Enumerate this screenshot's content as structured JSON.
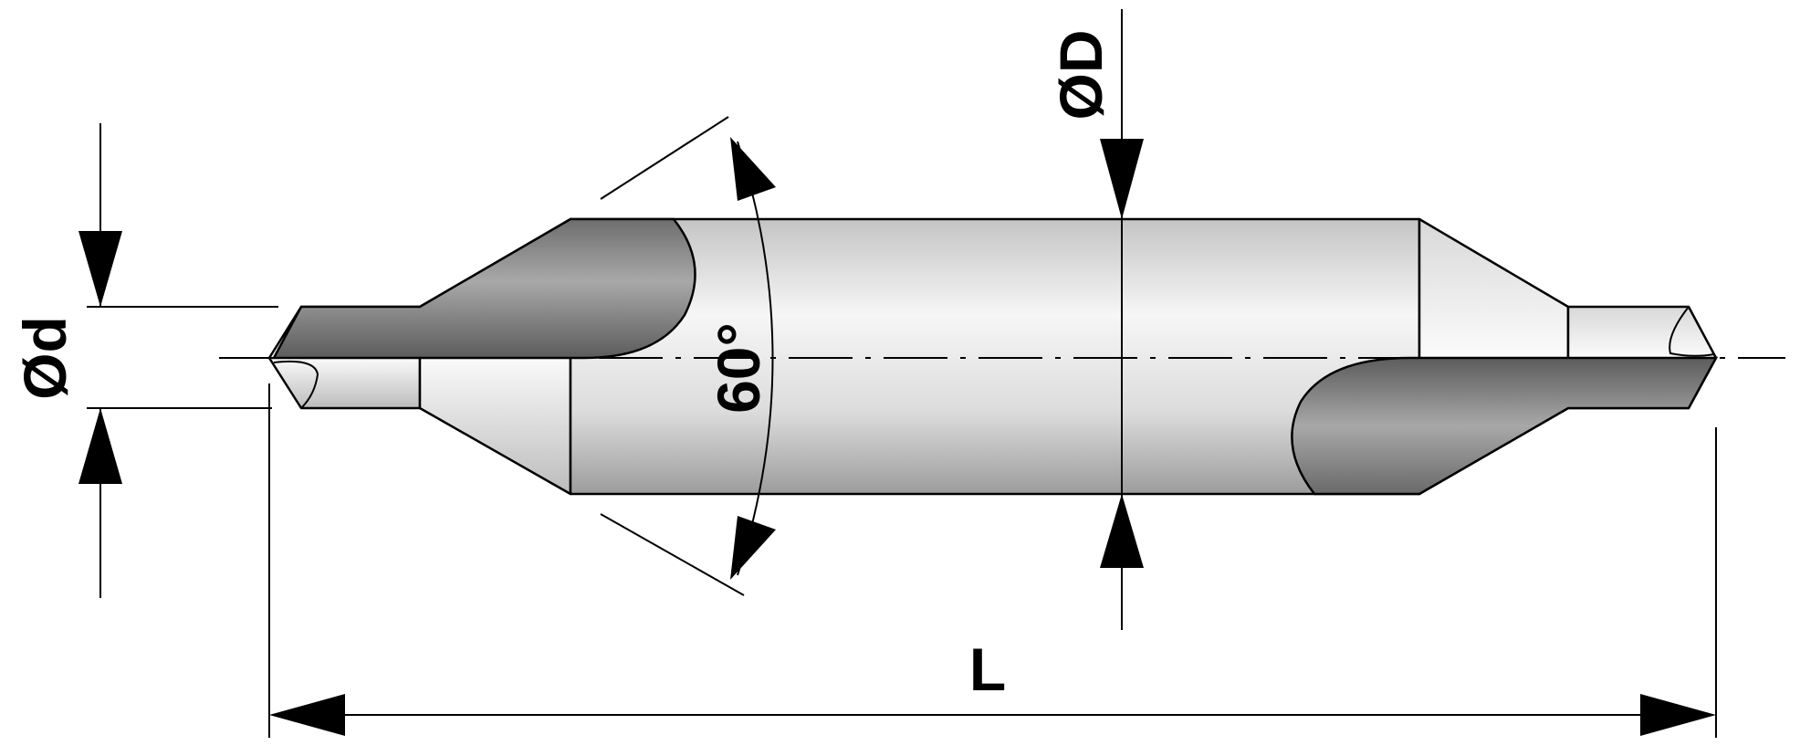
{
  "labels": {
    "diameter_small": "Ød",
    "diameter_large": "ØD",
    "angle": "60°",
    "length": "L"
  },
  "colors": {
    "line": "#000000",
    "body_light": "#f4f4f4",
    "body_mid": "#cfcfcf",
    "body_dark": "#8e8e8e",
    "background": "#ffffff"
  }
}
